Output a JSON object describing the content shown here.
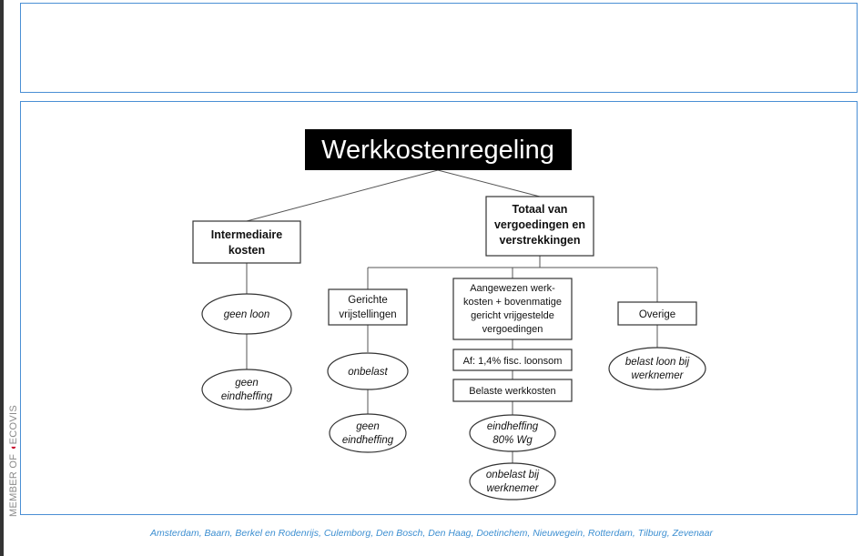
{
  "badge": {
    "prefix": "MEMBER OF ",
    "brand": "ECOVIS"
  },
  "footer": "Amsterdam, Baarn, Berkel en Rodenrijs, Culemborg, Den Bosch, Den Haag, Doetinchem, Nieuwegein, Rotterdam, Tilburg, Zevenaar",
  "diagram": {
    "root": "Werkkostenregeling",
    "intermediate": {
      "line1": "Intermediaire",
      "line2": "kosten"
    },
    "geen_loon": "geen loon",
    "geen_eindheffing_left": {
      "line1": "geen",
      "line2": "eindheffing"
    },
    "totaal": {
      "line1": "Totaal van",
      "line2": "vergoedingen en",
      "line3": "verstrekkingen"
    },
    "gerichte": {
      "line1": "Gerichte",
      "line2": "vrijstellingen"
    },
    "onbelast": "onbelast",
    "geen_eindheffing_mid": {
      "line1": "geen",
      "line2": "eindheffing"
    },
    "aangewezen": {
      "line1": "Aangewezen werk-",
      "line2": "kosten + bovenmatige",
      "line3": "gericht vrijgestelde",
      "line4": "vergoedingen"
    },
    "af": "Af: 1,4% fisc. loonsom",
    "belaste_werkkosten": "Belaste werkkosten",
    "eindheffing_80": {
      "line1": "eindheffing",
      "line2": "80% Wg"
    },
    "onbelast_bij": {
      "line1": "onbelast bij",
      "line2": "werknemer"
    },
    "overige": "Overige",
    "belast_loon": {
      "line1": "belast loon bij",
      "line2": "werknemer"
    }
  },
  "colors": {
    "frame_border": "#4a8fd4",
    "footer_text": "#3d8fd1",
    "root_fill": "#000000",
    "brand_red": "#c8102e"
  }
}
